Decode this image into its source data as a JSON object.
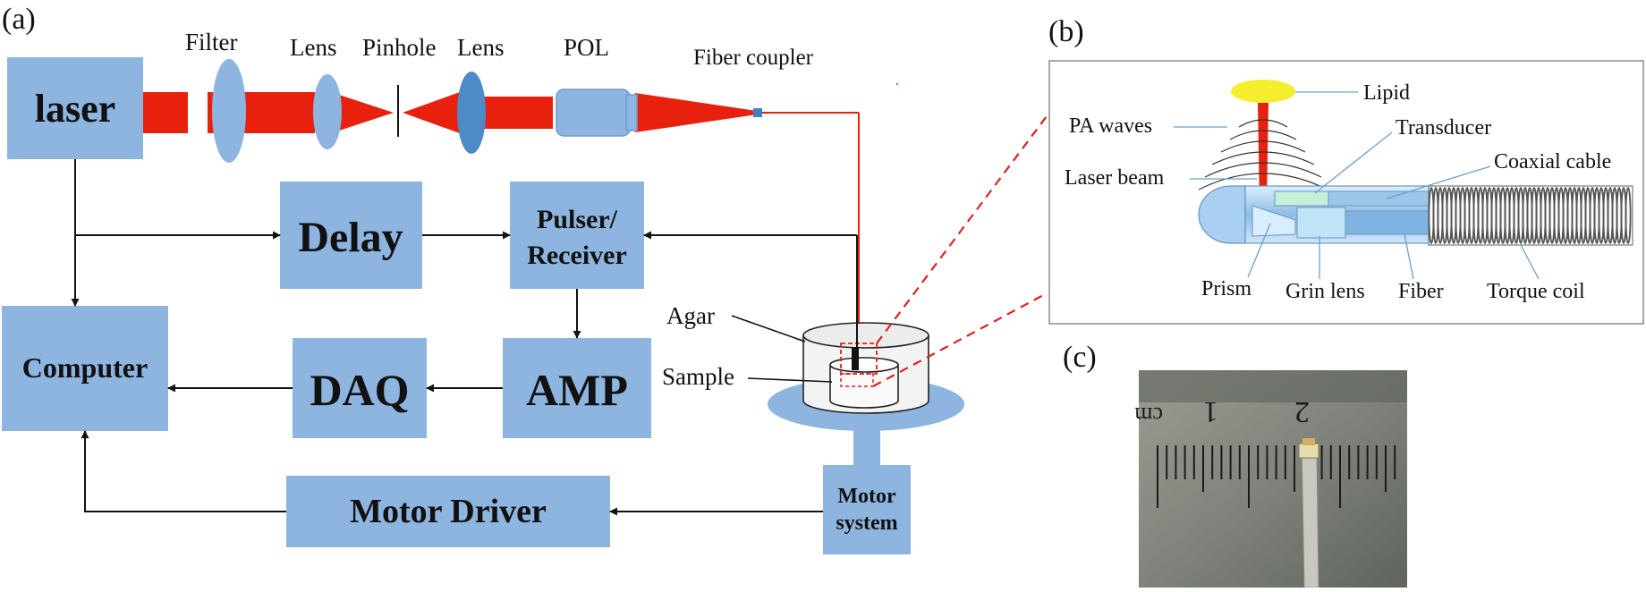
{
  "panel_a": {
    "tag": "(a)",
    "optics": {
      "filter": "Filter",
      "lens1": "Lens",
      "pinhole": "Pinhole",
      "lens2": "Lens",
      "pol": "POL",
      "fiber_coupler": "Fiber coupler"
    },
    "boxes": {
      "laser": "laser",
      "delay": "Delay",
      "pulser_line1": "Pulser/",
      "pulser_line2": "Receiver",
      "computer": "Computer",
      "daq": "DAQ",
      "amp": "AMP",
      "motor_driver": "Motor Driver",
      "motor_system_line1": "Motor",
      "motor_system_line2": "system"
    },
    "labels": {
      "agar": "Agar",
      "sample": "Sample"
    }
  },
  "panel_b": {
    "tag": "(b)",
    "labels": {
      "lipid": "Lipid",
      "pa_waves": "PA waves",
      "transducer": "Transducer",
      "laser_beam": "Laser beam",
      "coaxial_cable": "Coaxial cable",
      "prism": "Prism",
      "grin_lens": "Grin lens",
      "fiber": "Fiber",
      "torque_coil": "Torque coil"
    }
  },
  "panel_c": {
    "tag": "(c)",
    "ruler": {
      "unit": "cm",
      "mark1": "1",
      "mark2": "2"
    }
  },
  "colors": {
    "box_fill": "#8DB5E0",
    "beam_red": "#E8210F",
    "lipid_yellow": "#F5EE2E",
    "guide_red": "#E02020"
  }
}
